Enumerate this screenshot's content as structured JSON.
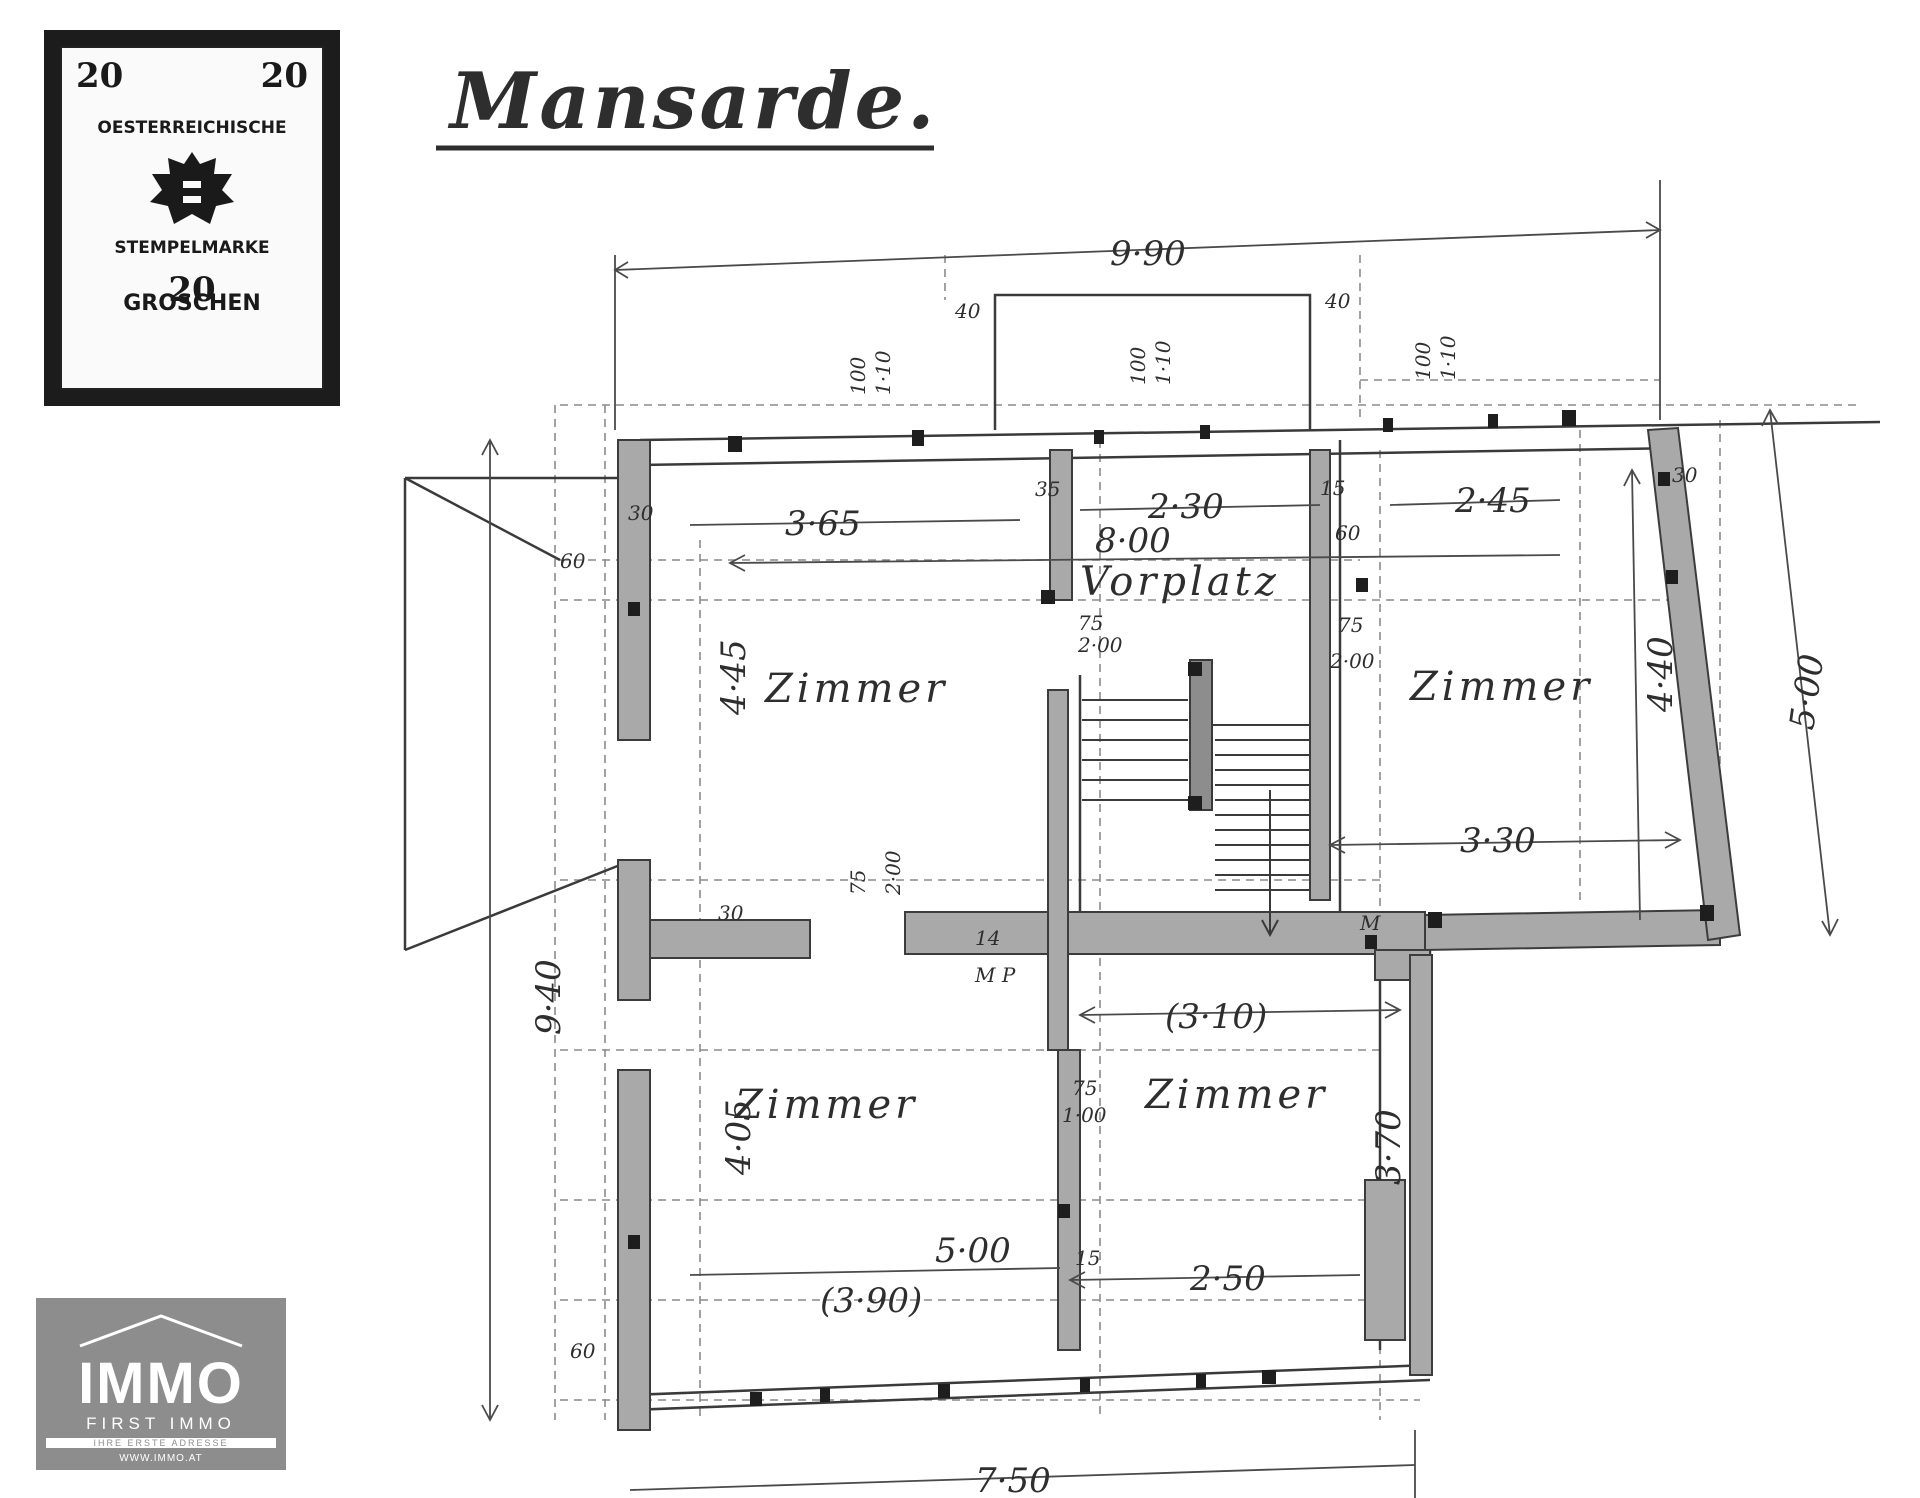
{
  "plan": {
    "title": "Mansarde.",
    "rooms": {
      "top_left": "Zimmer",
      "top_right": "Zimmer",
      "bottom_left": "Zimmer",
      "bottom_right": "Zimmer",
      "hall": "Vorplatz"
    },
    "dimensions": {
      "overall_width": "9·90",
      "overall_depth": "9·40",
      "right_depth": "5·00",
      "bottom_width": "7·50",
      "top_left_width": "3·65",
      "hall_width": "2·30",
      "top_right_width": "2·45",
      "inner_width": "8·00",
      "top_left_depth": "4·45",
      "top_right_depth": "4·40",
      "right_room_width": "3·30",
      "bottom_right_width": "(3·10)",
      "bottom_left_depth": "4·05",
      "bottom_right_depth": "3·70",
      "bottom_left_width": "5·00",
      "bottom_left_width_inner": "(3·90)",
      "bottom_right_inner": "2·50"
    },
    "small_marks": {
      "m40a": "40",
      "m40b": "40",
      "m100a": "100",
      "m110a": "1·10",
      "m100b": "100",
      "m110b": "1·10",
      "m100c": "100",
      "m110c": "1·10",
      "m30a": "30",
      "m30b": "30",
      "m30c": "30",
      "m35a": "35",
      "m60a": "60",
      "m60b": "60",
      "m60c": "60",
      "m75a": "75",
      "m200a": "2·00",
      "m75b": "75",
      "m200b": "2·00",
      "m75c": "75",
      "m200c": "2·00",
      "m75d": "75",
      "m100d": "1·00",
      "m15a": "15",
      "m15b": "15",
      "m14": "14",
      "mMP": "M P",
      "mM": "M"
    }
  },
  "stamp": {
    "value_left": "20",
    "value_right": "20",
    "value_center": "20",
    "line1": "OESTERREICHISCHE",
    "line2": "STEMPELMARKE",
    "currency": "GROSCHEN"
  },
  "logo": {
    "name": "IMMO",
    "subtitle": "FIRST IMMO",
    "tagline": "IHRE ERSTE ADRESSE",
    "website": "WWW.IMMO.AT"
  }
}
